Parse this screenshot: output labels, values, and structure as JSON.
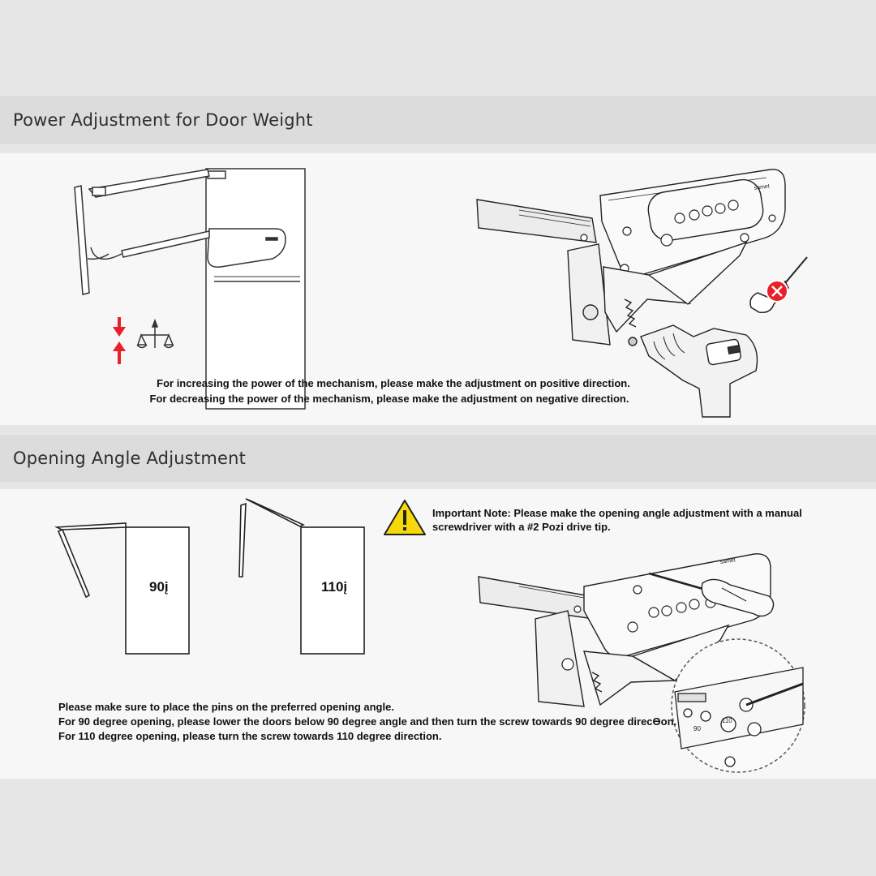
{
  "section1": {
    "title": "Power Adjustment for Door Weight",
    "line1": "For increasing the power of the mechanism, please make the adjustment on positive direction.",
    "line2": "For decreasing the power of the mechanism, please make the adjustment on negative direction.",
    "brand_mark": "samet"
  },
  "section2": {
    "title": "Opening Angle Adjustment",
    "note_line1": "Important Note: Please make the opening angle adjustment with a manual",
    "note_line2": "screwdriver with a #2 Pozi drive tip.",
    "label_90": "90į",
    "label_110": "110į",
    "inst1": "Please make sure to place the pins on the preferred opening angle.",
    "inst2": "For 90 degree opening, please lower the doors below 90 degree angle and then turn the screw towards 90 degree direcƟon.",
    "inst3": "For 110 degree opening, please turn the screw towards 110 degree direction.",
    "scale_90": "90",
    "scale_110": "110",
    "brand_mark": "samet"
  },
  "colors": {
    "warning": "#f5d90a",
    "error": "#e8202a",
    "arrow": "#e8202a"
  }
}
